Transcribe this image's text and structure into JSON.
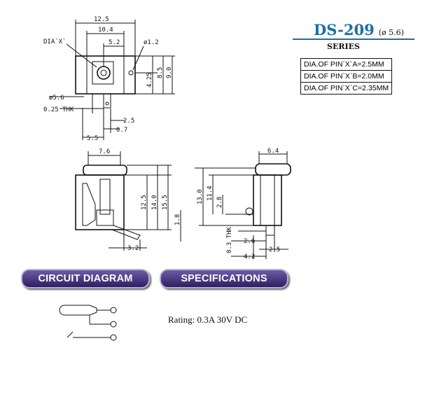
{
  "header": {
    "model": "DS-209",
    "diameter_note": "(ø 5.6)",
    "series": "SERIES"
  },
  "pin_table": [
    "DIA.OF PIN`X`A=2.5MM",
    "DIA.OF PIN`X`B=2.0MM",
    "DIA.OF PIN`X`C=2.35MM"
  ],
  "sections": {
    "circuit_diagram": "CIRCUIT DIAGRAM",
    "specifications": "SPECIFICATIONS"
  },
  "specs": {
    "rating": "Rating: 0.3A 30V DC"
  },
  "dimensions": {
    "top_view": {
      "overall_width": "12.5",
      "body_width": "10.4",
      "hole_offset": "5.2",
      "pin_dia": "ø1.2",
      "dia_label": "DIA`X`",
      "height_425": "4.25",
      "height_85": "8.5",
      "height_90": "9.0",
      "outer_dia": "ø5.6",
      "thickness": "0.25 THK",
      "lead_25": "2.5",
      "lead_07": "0.7",
      "lead_55": "5.5"
    },
    "front_view": {
      "width_76": "7.6",
      "h_125": "12.5",
      "h_140": "14.0",
      "h_155": "15.5",
      "h_18": "1.8",
      "lead_32": "3.2"
    },
    "side_view": {
      "width_64": "6.4",
      "h_130": "13.0",
      "h_114": "11.4",
      "h_28": "2.8",
      "thk": "0.3 THK",
      "d_26": "2.6",
      "d_25": "2.5",
      "d_42": "4.2"
    }
  },
  "colors": {
    "title_blue": "#1f6e9f",
    "pill_purple": "#3d2d78"
  }
}
